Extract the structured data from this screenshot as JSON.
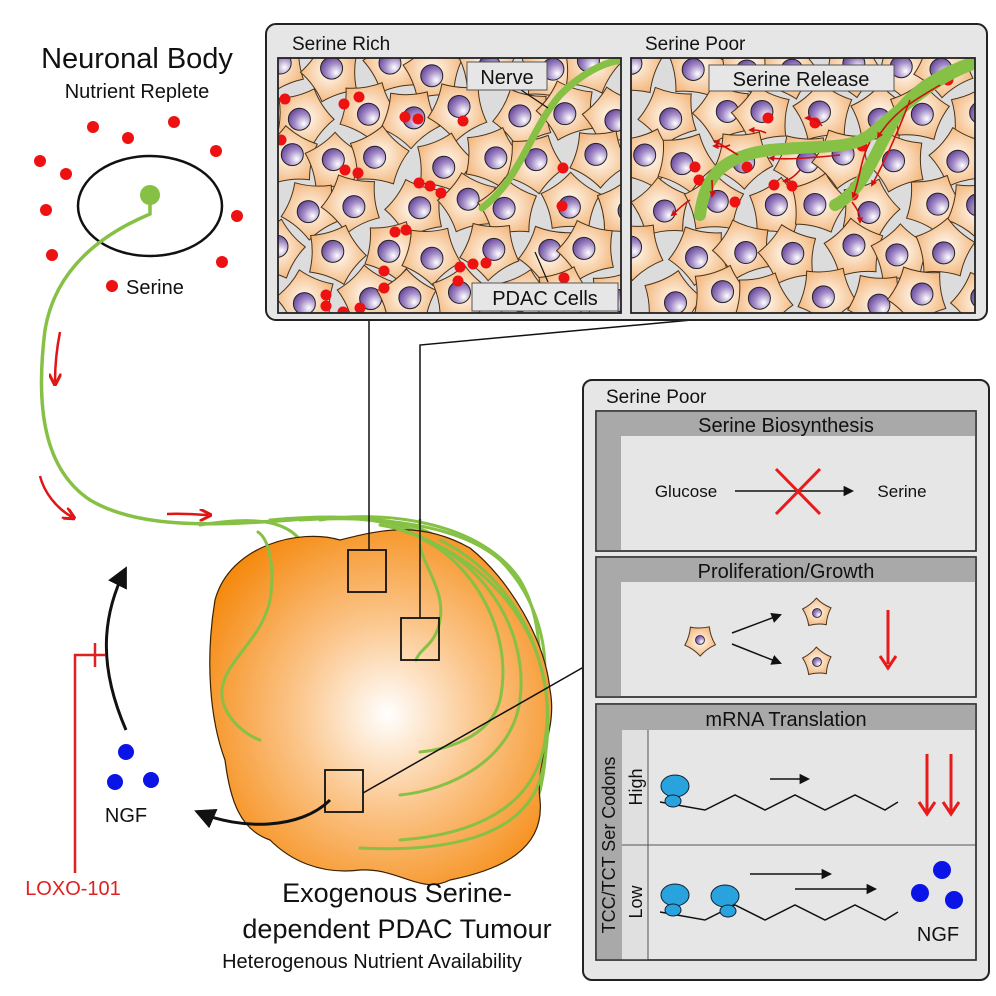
{
  "neuron": {
    "title": "Neuronal Body",
    "subtitle": "Nutrient Replete",
    "serine_label": "Serine"
  },
  "top_panel": {
    "left": {
      "title": "Serine Rich",
      "nerve_label": "Nerve",
      "cells_label": "PDAC Cells"
    },
    "right": {
      "title": "Serine Poor",
      "release_label": "Serine Release"
    }
  },
  "right_panel": {
    "title": "Serine Poor",
    "biosynthesis": {
      "title": "Serine Biosynthesis",
      "from": "Glucose",
      "to": "Serine"
    },
    "proliferation": {
      "title": "Proliferation/Growth"
    },
    "translation": {
      "title": "mRNA Translation",
      "axis_label": "TCC/TCT Ser Codons",
      "rows": [
        {
          "label": "High"
        },
        {
          "label": "Low",
          "product": "NGF"
        }
      ]
    }
  },
  "left_side": {
    "ngf_label": "NGF",
    "drug_label": "LOXO-101"
  },
  "tumour": {
    "title_line1": "Exogenous Serine-",
    "title_line2": "dependent PDAC Tumour",
    "subtitle": "Heterogenous Nutrient Availability"
  },
  "colors": {
    "serine": "#ee1111",
    "nerve": "#86c045",
    "ngf": "#0a14e6",
    "inhibitor": "#e02020",
    "tumour": "#f7941d",
    "ribosome": "#29a3dd",
    "nucleus": "#7d5aa6",
    "panel_bg": "#e6e6e6",
    "header_bg": "#a9a9a9"
  }
}
